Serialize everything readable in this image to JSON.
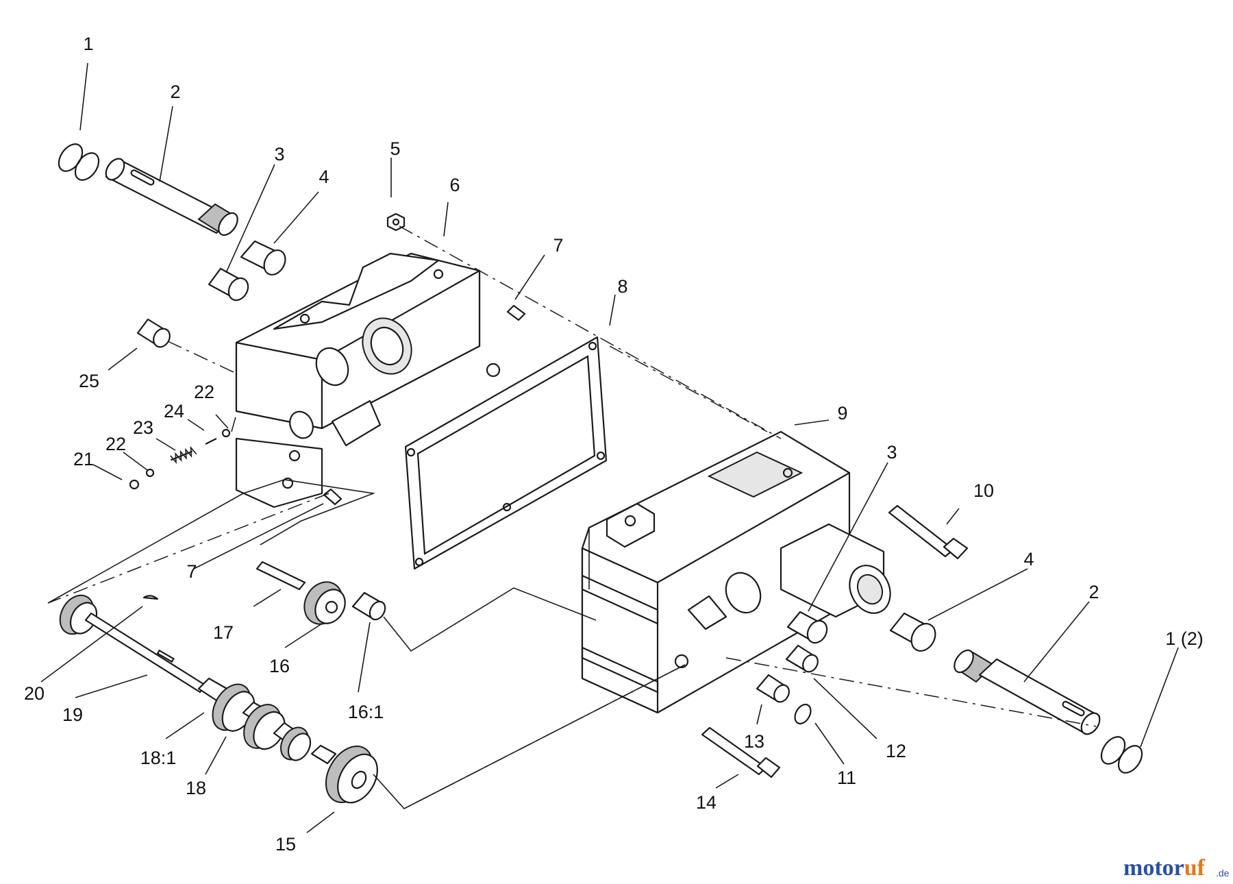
{
  "callouts": [
    {
      "id": "c1a",
      "text": "1"
    },
    {
      "id": "c2a",
      "text": "2"
    },
    {
      "id": "c3a",
      "text": "3"
    },
    {
      "id": "c4a",
      "text": "4"
    },
    {
      "id": "c5",
      "text": "5"
    },
    {
      "id": "c6",
      "text": "6"
    },
    {
      "id": "c7a",
      "text": "7"
    },
    {
      "id": "c8",
      "text": "8"
    },
    {
      "id": "c25",
      "text": "25"
    },
    {
      "id": "c22a",
      "text": "22"
    },
    {
      "id": "c24",
      "text": "24"
    },
    {
      "id": "c23",
      "text": "23"
    },
    {
      "id": "c22b",
      "text": "22"
    },
    {
      "id": "c21",
      "text": "21"
    },
    {
      "id": "c7b",
      "text": "7"
    },
    {
      "id": "c9",
      "text": "9"
    },
    {
      "id": "c3b",
      "text": "3"
    },
    {
      "id": "c10",
      "text": "10"
    },
    {
      "id": "c4b",
      "text": "4"
    },
    {
      "id": "c2b",
      "text": "2"
    },
    {
      "id": "c1b",
      "text": "1 (2)"
    },
    {
      "id": "c17",
      "text": "17"
    },
    {
      "id": "c16",
      "text": "16"
    },
    {
      "id": "c161",
      "text": "16:1"
    },
    {
      "id": "c20",
      "text": "20"
    },
    {
      "id": "c19",
      "text": "19"
    },
    {
      "id": "c181",
      "text": "18:1"
    },
    {
      "id": "c18",
      "text": "18"
    },
    {
      "id": "c15",
      "text": "15"
    },
    {
      "id": "c13",
      "text": "13"
    },
    {
      "id": "c12",
      "text": "12"
    },
    {
      "id": "c11",
      "text": "11"
    },
    {
      "id": "c14",
      "text": "14"
    }
  ],
  "watermark": {
    "brand_main": "motor",
    "brand_accent": "uf",
    "suffix": ".de"
  },
  "colors": {
    "ink": "#1a1a1a",
    "watermark_blue": "#2b4fa0",
    "watermark_orange": "#e07a1a"
  }
}
